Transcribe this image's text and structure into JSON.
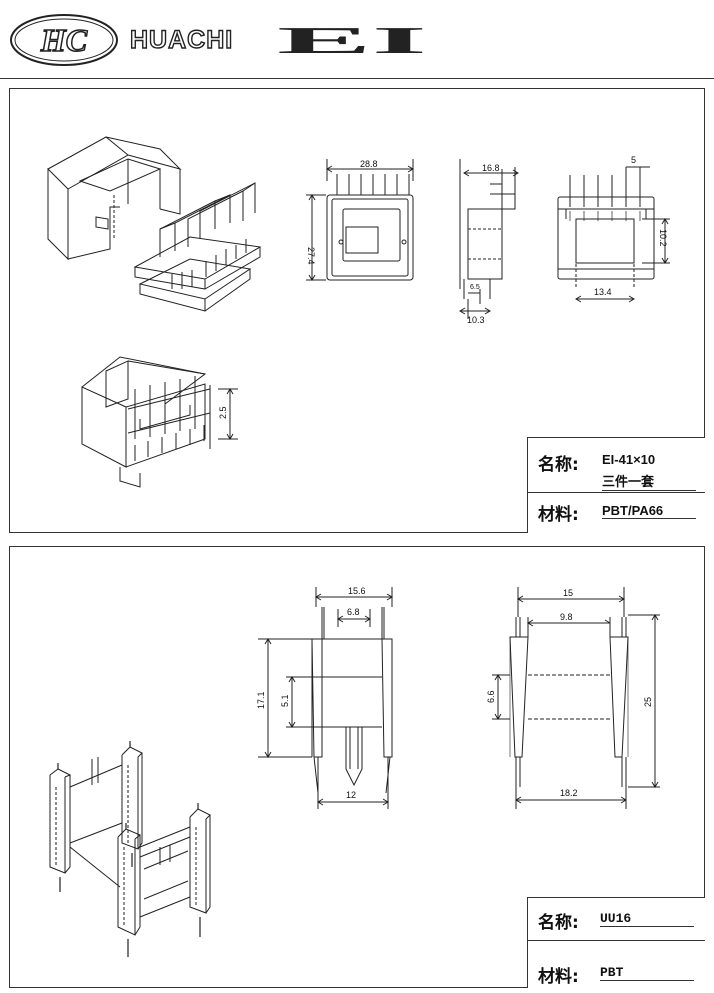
{
  "header": {
    "logo_text": "HC",
    "brand": "HUACHI",
    "series": "EI"
  },
  "panel_top": {
    "dims": {
      "width": "28.8",
      "height": "27.4",
      "side_width": "16.8",
      "side_small": "6.5",
      "side_bottom": "10.3",
      "back_top": "5",
      "back_height": "10.2",
      "back_bottom": "13.4",
      "pitch": "2.5"
    },
    "title_block": {
      "name_label": "名称:",
      "name_value": "EI-41×10",
      "name_value_2": "三件一套",
      "material_label": "材料:",
      "material_value": "PBT/PA66"
    }
  },
  "panel_bottom": {
    "dims": {
      "front_top": "15.6",
      "front_inner": "6.8",
      "front_height": "17.1",
      "front_mid": "5.1",
      "front_bottom": "12",
      "side_top": "15",
      "side_inner": "9.8",
      "side_mid": "6.6",
      "side_height": "25",
      "side_bottom": "18.2"
    },
    "title_block": {
      "name_label": "名称:",
      "name_value": "UU16",
      "material_label": "材料:",
      "material_value": "PBT"
    }
  }
}
